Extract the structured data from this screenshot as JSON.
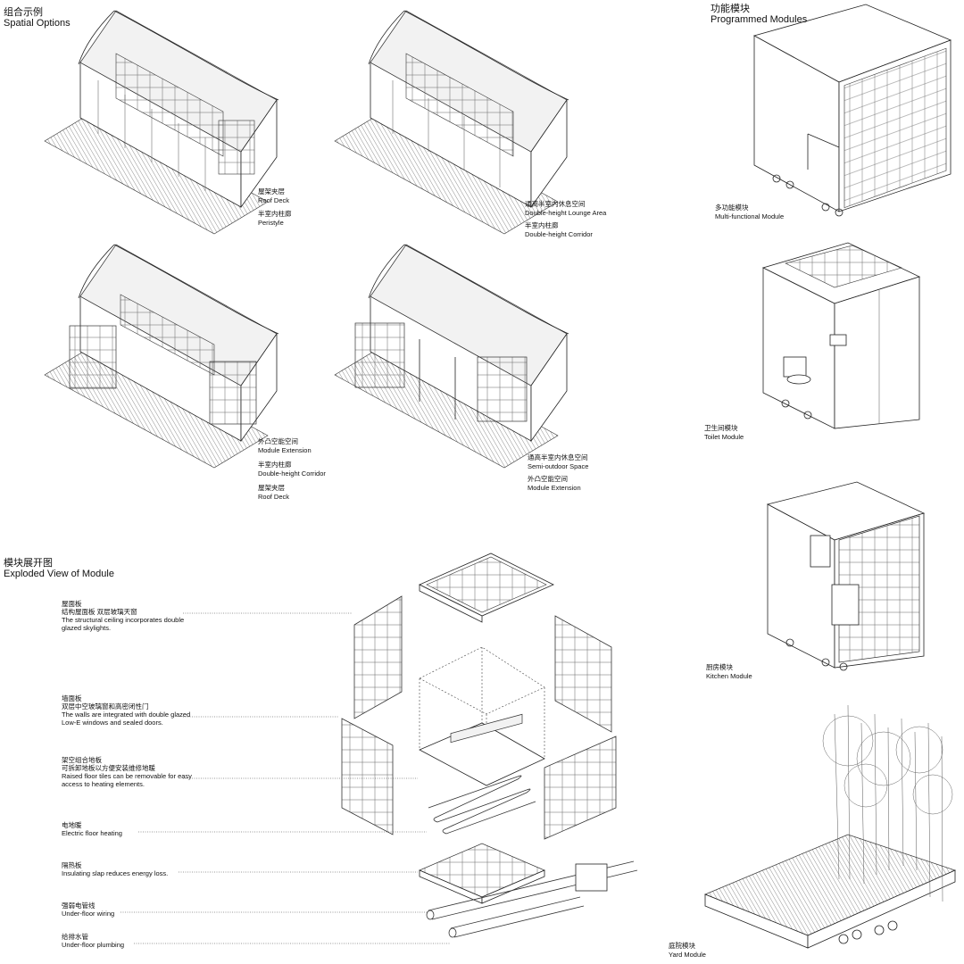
{
  "spatial": {
    "title_zh": "组合示例",
    "title_en": "Spatial Options",
    "options": [
      {
        "labels": [
          {
            "zh": "屋架夹层",
            "en": "Roof Deck"
          },
          {
            "zh": "半室内柱廊",
            "en": "Peristyle"
          }
        ]
      },
      {
        "labels": [
          {
            "zh": "通高半室内休息空间",
            "en": "Double-height Lounge Area"
          },
          {
            "zh": "半室内柱廊",
            "en": "Double-height Corridor"
          }
        ]
      },
      {
        "labels": [
          {
            "zh": "外凸空能空间",
            "en": "Module Extension"
          },
          {
            "zh": "半室内柱廊",
            "en": "Double-height Corridor"
          },
          {
            "zh": "屋架夹层",
            "en": "Roof Deck"
          }
        ]
      },
      {
        "labels": [
          {
            "zh": "通高半室内休息空间",
            "en": "Semi-outdoor Space"
          },
          {
            "zh": "外凸空能空间",
            "en": "Module Extension"
          }
        ]
      }
    ]
  },
  "programmed": {
    "title_zh": "功能模块",
    "title_en": "Programmed Modules",
    "modules": [
      {
        "zh": "多功能模块",
        "en": "Multi-functional Module"
      },
      {
        "zh": "卫生间模块",
        "en": "Toilet Module"
      },
      {
        "zh": "厨房模块",
        "en": "Kitchen Module"
      },
      {
        "zh": "庭院模块",
        "en": "Yard Module"
      }
    ]
  },
  "exploded": {
    "title_zh": "模块展开图",
    "title_en": "Exploded View of Module",
    "callouts": [
      {
        "zh": "屋面板",
        "zh2": "结构屋面板 双层玻璃天窗",
        "en": "The structural ceiling incorporates double glazed skylights."
      },
      {
        "zh": "墙面板",
        "zh2": "双层中空玻璃窗和高密闭性门",
        "en": "The walls are integrated with double glazed Low-E windows and sealed doors."
      },
      {
        "zh": "架空组合地板",
        "zh2": "可拆卸地板以方便安装维修地暖",
        "en": "Raised floor tiles can be removable for easy access to heating elements."
      },
      {
        "zh": "电地暖",
        "zh2": "",
        "en": "Electric floor heating"
      },
      {
        "zh": "隔热板",
        "zh2": "",
        "en": "Insulating slap reduces energy loss."
      },
      {
        "zh": "强弱电管线",
        "zh2": "",
        "en": "Under-floor wiring"
      },
      {
        "zh": "给排水管",
        "zh2": "",
        "en": "Under-floor plumbing"
      }
    ]
  }
}
